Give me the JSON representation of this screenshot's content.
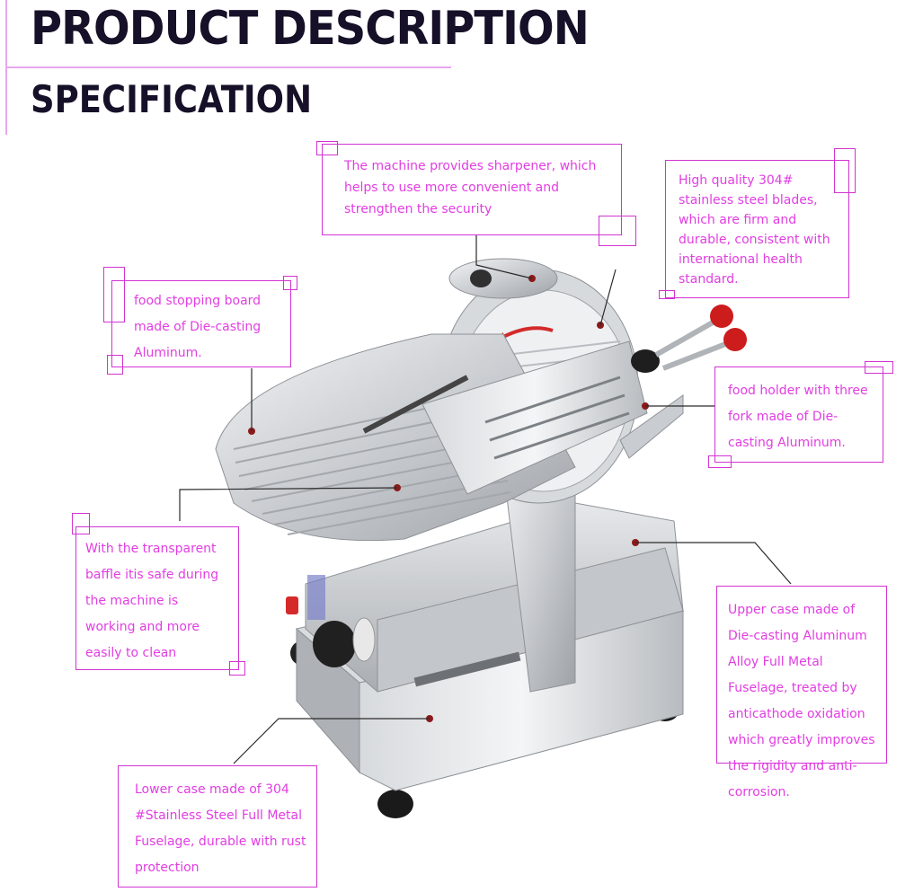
{
  "header": {
    "title": "PRODUCT DESCRIPTION",
    "subtitle": "SPECIFICATION"
  },
  "colors": {
    "callout_text": "#e23ee2",
    "callout_border": "#d233d2",
    "title_text": "#161028",
    "accent_line": "#e7a7ee"
  },
  "callouts": {
    "sharpener": "The machine provides sharpener, which helps to use more convenient and strengthen the security",
    "blades": "High quality 304# stainless steel blades, which are firm and durable, consistent with international health standard.",
    "stopping_board": "food stopping board made of  Die-casting Aluminum.",
    "food_holder": "food holder with three fork made of  Die-casting Aluminum.",
    "baffle": "With the transparent baffle itis safe during the machine is working and more easily to clean",
    "upper_case": "Upper case made of  Die-casting Aluminum Alloy Full Metal Fuselage, treated by anticathode oxidation which greatly improves the rigidity and anti-corrosion.",
    "lower_case": "Lower case made of 304 #Stainless Steel Full Metal Fuselage, durable with rust protection"
  },
  "product_image": "meat-slicer-machine-illustration"
}
